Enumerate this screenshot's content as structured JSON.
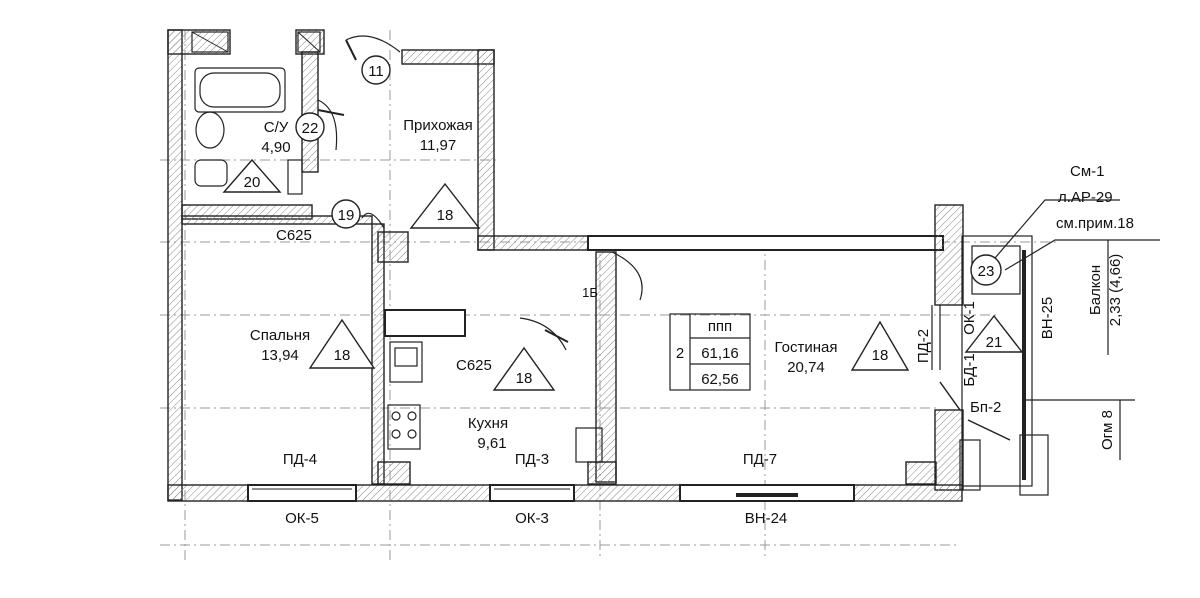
{
  "rooms": {
    "bathroom": {
      "name": "С/У",
      "area": "4,90",
      "code": "22",
      "tri": "20"
    },
    "hallway": {
      "name": "Прихожая",
      "area": "11,97",
      "code_door": "11",
      "code_door2": "19",
      "tri": "18"
    },
    "bedroom": {
      "name": "Спальня",
      "area": "13,94",
      "tri": "18"
    },
    "kitchen": {
      "name": "Кухня",
      "area": "9,61",
      "tri": "18"
    },
    "living": {
      "name": "Гостиная",
      "area": "20,74",
      "tri": "18"
    },
    "balcony": {
      "name": "Балкон",
      "area": "2,33 (4,66)",
      "code": "23",
      "tri": "21"
    }
  },
  "apartment": {
    "rooms_count": "2",
    "area_living": "61,16",
    "area_total": "62,56",
    "header": "ᴨᴨᴨ",
    "sensor": "1Б"
  },
  "labels": {
    "c625_top": "С625",
    "c625_kitchen": "С625",
    "pd4": "ПД-4",
    "pd3": "ПД-3",
    "pd7": "ПД-7",
    "pd2": "ПД-2",
    "ok1": "ОК-1",
    "bd1": "БД-1",
    "bp2": "Бп-2",
    "vn25": "ВН-25",
    "ok5": "ОК-5",
    "ok3": "ОК-3",
    "vn24": "ВН-24",
    "ogm8": "Огм 8",
    "cm1": "См-1",
    "ar29": "л.АР-29",
    "note18": "см.прим.18"
  }
}
